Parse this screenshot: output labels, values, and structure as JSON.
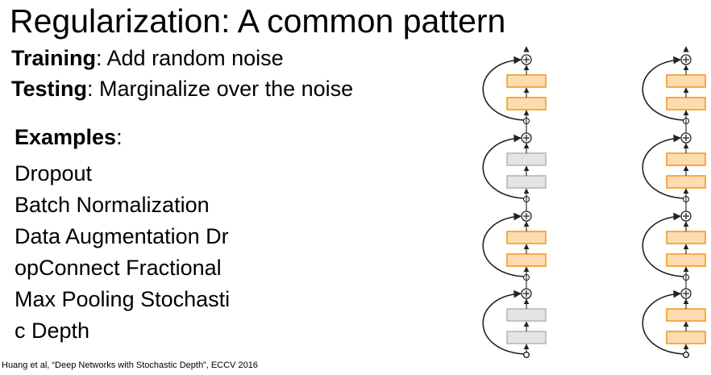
{
  "title": "Regularization: A common pattern",
  "training": {
    "label": "Training",
    "text": ": Add random noise"
  },
  "testing": {
    "label": "Testing",
    "text": ": Marginalize over the noise"
  },
  "examples": {
    "label": "Examples",
    "colon": ":",
    "lines": [
      "Dropout",
      "Batch Normalization",
      "Data Augmentation   Dr",
      "opConnect   Fractional",
      "Max Pooling   Stochasti",
      "c Depth"
    ]
  },
  "citation": "Huang et al, “Deep Networks with Stochastic Depth”, ECCV 2016",
  "colors": {
    "active_fill": "#FDDCB0",
    "active_stroke": "#F39C1F",
    "dropped_fill": "#E4E4E4",
    "dropped_stroke": "#B8B8B8",
    "line": "#222222"
  },
  "networks": [
    {
      "blocks": [
        true,
        false,
        true,
        false
      ]
    },
    {
      "blocks": [
        true,
        true,
        true,
        true
      ]
    }
  ]
}
